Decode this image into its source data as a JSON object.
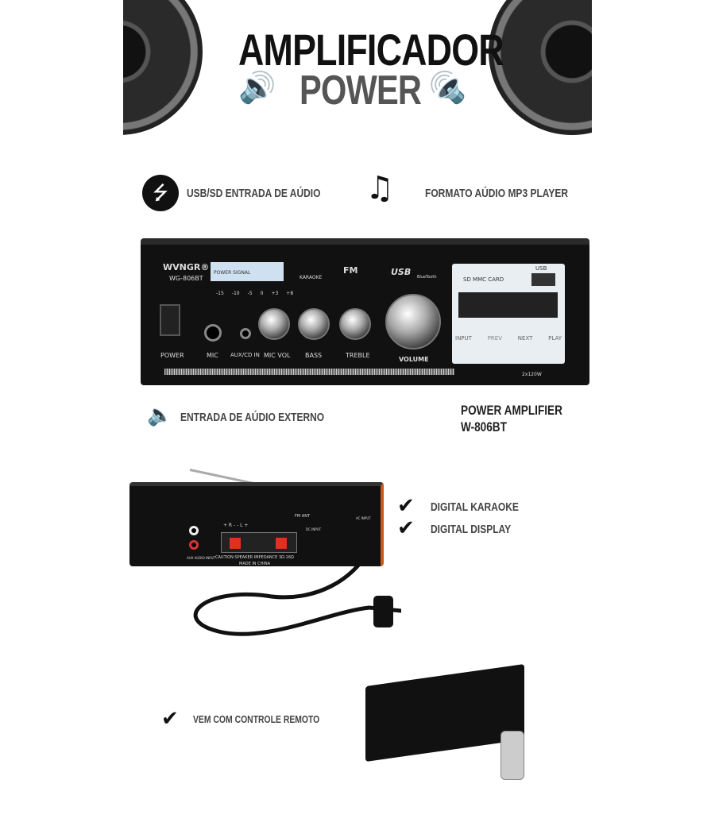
{
  "header": {
    "title_line1": "AMPLIFICADOR",
    "title_line2": "POWER"
  },
  "features": {
    "usb": "USB/SD ENTRADA DE AÚDIO",
    "mp3": "FORMATO AÚDIO MP3 PLAYER",
    "external": "ENTRADA DE AÚDIO EXTERNO",
    "karaoke": "DIGITAL KARAOKE",
    "display": "DIGITAL DISPLAY",
    "remote": "VEM COM CONTROLE REMOTO"
  },
  "product": {
    "name_line1": "POWER AMPLIFIER",
    "name_line2": "W-806BT"
  },
  "front_panel": {
    "brand": "WVNGR®",
    "model": "WG-806BT",
    "power_signal": "POWER SIGNAL",
    "levels": [
      "-15",
      "-10",
      "-5",
      "0",
      "+3",
      "+8"
    ],
    "karaoke": "KARAOKE",
    "fm": "FM",
    "usb": "USB",
    "bluetooth": "BlueTooth",
    "power": "POWER",
    "mic": "MIC",
    "aux": "AUX/CD IN",
    "mic_vol": "MIC VOL",
    "bass": "BASS",
    "treble": "TREBLE",
    "volume": "VOLUME",
    "sd_card": "SD MMC CARD",
    "usb_port": "USB",
    "buttons": [
      "INPUT",
      "PREV",
      "NEXT",
      "PLAY"
    ],
    "wattage": "2x120W"
  },
  "rear_panel": {
    "fm_ant": "FM ANT",
    "speaker_labels": "+ R -    - L +",
    "caution": "CAUTION:SPEAKER IMPEDANCE 3Ω-16Ω",
    "made_in": "MADE IN CHINA",
    "aux_input": "AUX AUDIO INPUT",
    "dc_input": "DC INPUT",
    "ac_input": "AC INPUT"
  }
}
